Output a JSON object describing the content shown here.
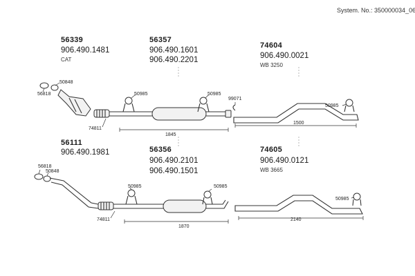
{
  "header": {
    "system_number": "System. No.: 350000034_06"
  },
  "upper": {
    "groups": [
      {
        "part": "56339",
        "oem": [
          "906.490.1481"
        ],
        "note": "CAT"
      },
      {
        "part": "56357",
        "oem": [
          "906.490.1601",
          "906.490.2201"
        ]
      },
      {
        "part": "74604",
        "oem": [
          "906.490.0021"
        ],
        "note": "WB 3250"
      }
    ],
    "callouts": {
      "a": "50848",
      "b": "56818",
      "c": "50985",
      "d": "50985",
      "e": "99071",
      "f": "50985",
      "g": "74811"
    },
    "dimensions": {
      "front": "1845",
      "rear": "1500"
    }
  },
  "lower": {
    "groups": [
      {
        "part": "56111",
        "oem": [
          "906.490.1981"
        ]
      },
      {
        "part": "56356",
        "oem": [
          "906.490.2101",
          "906.490.1501"
        ]
      },
      {
        "part": "74605",
        "oem": [
          "906.490.0121"
        ],
        "note": "WB 3665"
      }
    ],
    "callouts": {
      "a": "56818",
      "b": "50848",
      "c": "50985",
      "d": "50985",
      "e": "50985",
      "f": "74811"
    },
    "dimensions": {
      "front": "1870",
      "rear": "2140"
    }
  }
}
